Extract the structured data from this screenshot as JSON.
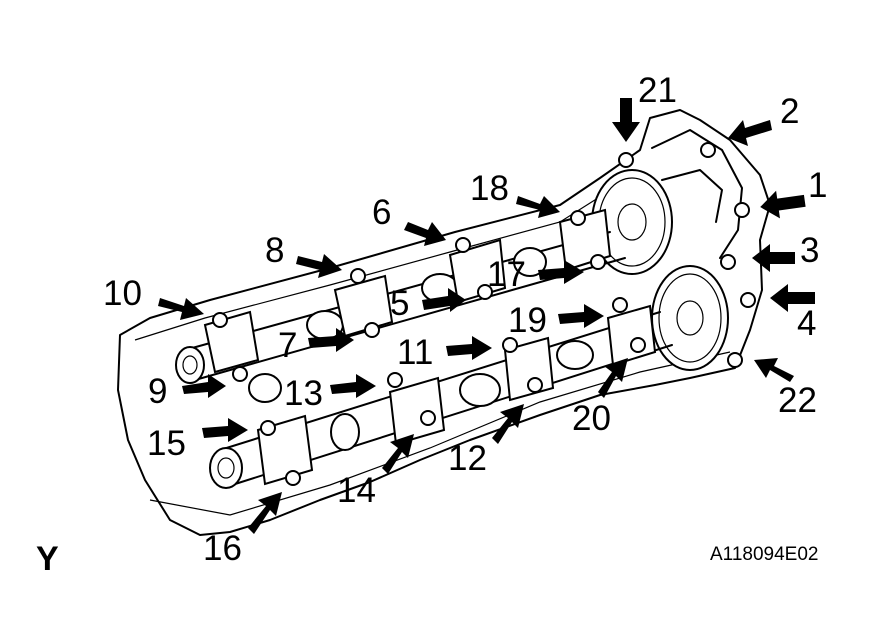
{
  "view_label": "Y",
  "figure_code": "A118094E02",
  "callouts": [
    "1",
    "2",
    "3",
    "4",
    "5",
    "6",
    "7",
    "8",
    "9",
    "10",
    "11",
    "12",
    "13",
    "14",
    "15",
    "16",
    "17",
    "18",
    "19",
    "20",
    "21",
    "22"
  ]
}
